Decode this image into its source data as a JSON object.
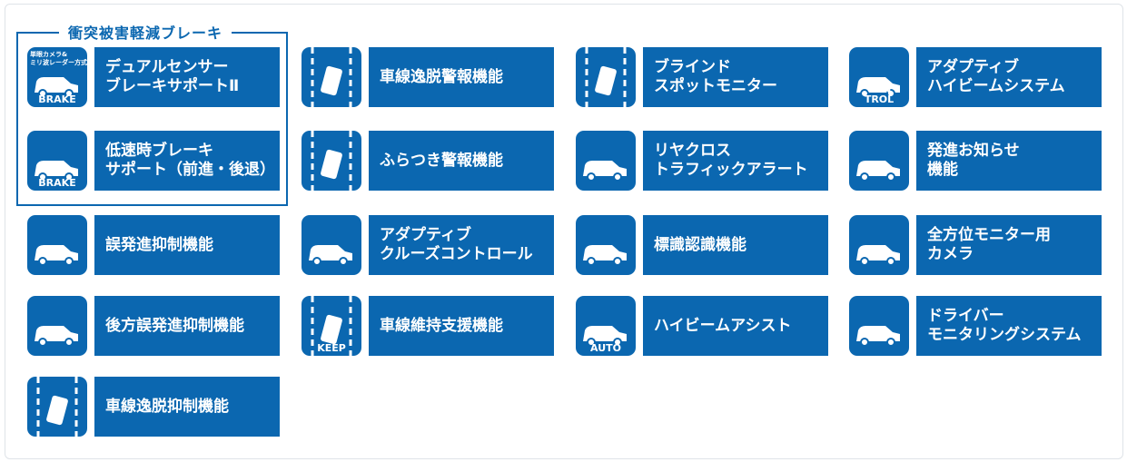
{
  "group": {
    "title": "衝突被害軽減ブレーキ"
  },
  "colors": {
    "brand": "#0b67b0"
  },
  "items": [
    {
      "label": "デュアルセンサー\nブレーキサポートⅡ",
      "icon": "camera-radar-brake-icon",
      "icon_text": "BRAKE",
      "icon_small": "単眼カメラ&\nミリ波レーダー方式"
    },
    {
      "label": "低速時ブレーキ\nサポート（前進・後退）",
      "icon": "low-speed-brake-icon",
      "icon_text": "BRAKE"
    },
    {
      "label": "誤発進抑制機能",
      "icon": "false-start-icon"
    },
    {
      "label": "後方誤発進抑制機能",
      "icon": "rear-false-start-icon"
    },
    {
      "label": "車線逸脱抑制機能",
      "icon": "lane-departure-prevention-icon"
    },
    {
      "label": "車線逸脱警報機能",
      "icon": "lane-departure-warning-icon"
    },
    {
      "label": "ふらつき警報機能",
      "icon": "sway-warning-icon"
    },
    {
      "label": "アダプティブ\nクルーズコントロール",
      "icon": "adaptive-cruise-icon"
    },
    {
      "label": "車線維持支援機能",
      "icon": "lane-keep-icon",
      "icon_text": "KEEP"
    },
    {
      "label": "ブラインド\nスポットモニター",
      "icon": "blind-spot-icon"
    },
    {
      "label": "リヤクロス\nトラフィックアラート",
      "icon": "rear-cross-traffic-icon"
    },
    {
      "label": "標識認識機能",
      "icon": "sign-recognition-icon"
    },
    {
      "label": "ハイビームアシスト",
      "icon": "high-beam-assist-icon",
      "icon_text": "AUTO"
    },
    {
      "label": "アダプティブ\nハイビームシステム",
      "icon": "adaptive-high-beam-icon",
      "icon_text": "CON\nTROL"
    },
    {
      "label": "発進お知らせ\n機能",
      "icon": "start-notice-icon"
    },
    {
      "label": "全方位モニター用\nカメラ",
      "icon": "panoramic-monitor-icon"
    },
    {
      "label": "ドライバー\nモニタリングシステム",
      "icon": "driver-monitor-icon"
    }
  ]
}
